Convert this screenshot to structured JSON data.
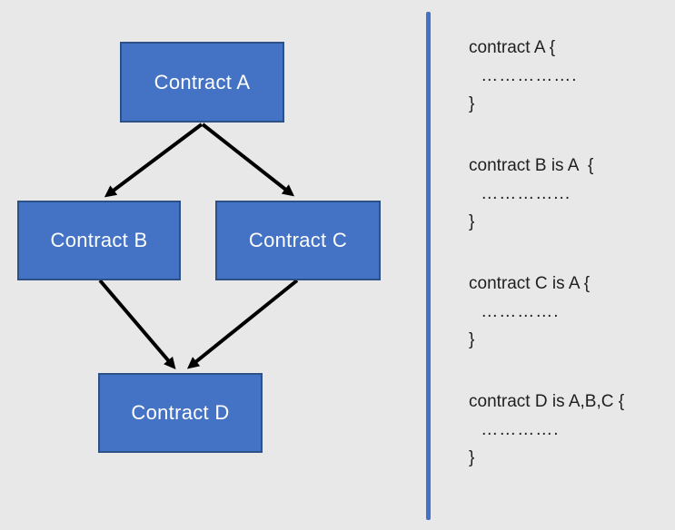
{
  "colors": {
    "background": "#e9e8e8",
    "node_fill": "#4472c4",
    "node_border": "#2d5186",
    "node_text": "#ffffff",
    "arrow": "#000000",
    "divider": "#4472c4",
    "code_text": "#1f1f1f"
  },
  "diagram": {
    "nodes": [
      {
        "id": "A",
        "label": "Contract A"
      },
      {
        "id": "B",
        "label": "Contract B"
      },
      {
        "id": "C",
        "label": "Contract C"
      },
      {
        "id": "D",
        "label": "Contract D"
      }
    ],
    "edges": [
      {
        "from": "A",
        "to": "B"
      },
      {
        "from": "A",
        "to": "C"
      },
      {
        "from": "B",
        "to": "D"
      },
      {
        "from": "C",
        "to": "D"
      }
    ]
  },
  "code_panel": {
    "blocks": [
      {
        "header": "contract A {",
        "body": " …………….",
        "footer": "}"
      },
      {
        "header": "contract B is A  {",
        "body": " …………...",
        "footer": "}"
      },
      {
        "header": "contract C is A {",
        "body": " ………….",
        "footer": "}"
      },
      {
        "header": "contract D is A,B,C {",
        "body": " ………….",
        "footer": "}"
      }
    ]
  }
}
